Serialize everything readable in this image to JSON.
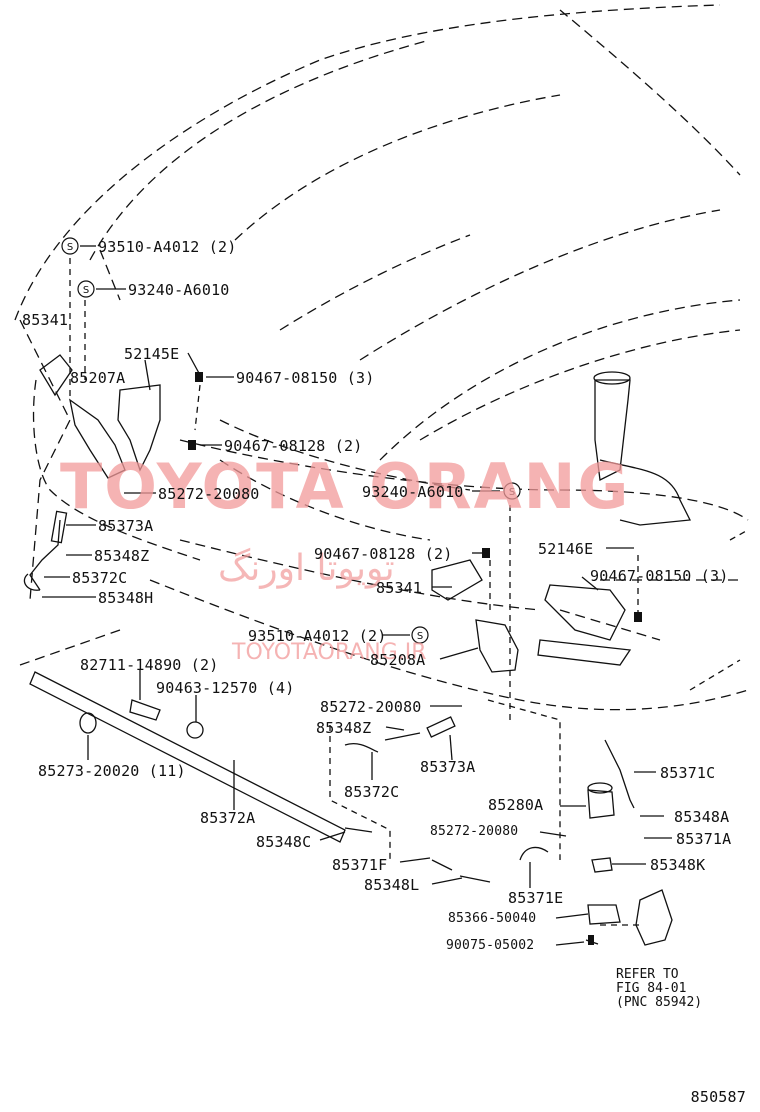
{
  "diagram": {
    "figure_number": "850587",
    "refer_note": {
      "line1": "REFER TO",
      "line2": "FIG 84-01",
      "line3": "(PNC 85942)"
    },
    "watermark": {
      "brand": "TOYOTA ORANG",
      "persian": "تویوتا اورنگ",
      "small": "TOYOTAORANG.IR"
    },
    "labels": {
      "p93510_a4012_l": "93510-A4012 (2)",
      "p93240_a6010_l": "93240-A6010",
      "p85341_l": "85341",
      "p85207a": "85207A",
      "p52145e": "52145E",
      "p90467_08150_l": "90467-08150 (3)",
      "p90467_08128_l": "90467-08128 (2)",
      "p85272_20080_l": "85272-20080",
      "p85373a_l": "85373A",
      "p85348z_l": "85348Z",
      "p85372c_l": "85372C",
      "p85348h": "85348H",
      "p93240_a6010_r": "93240-A6010",
      "p52146e": "52146E",
      "p90467_08128_r": "90467-08128 (2)",
      "p85341_r": "85341",
      "p90467_08150_r": "90467-08150 (3)",
      "p93510_a4012_r": "93510-A4012 (2)",
      "p85208a": "85208A",
      "p82711_14890": "82711-14890 (2)",
      "p90463_12570": "90463-12570 (4)",
      "p85272_20080_m": "85272-20080",
      "p85348z_m": "85348Z",
      "p85373a_m": "85373A",
      "p85372c_m": "85372C",
      "p85273_20020": "85273-20020 (11)",
      "p85372a": "85372A",
      "p85348c": "85348C",
      "p85371f": "85371F",
      "p85348l": "85348L",
      "p85371c": "85371C",
      "p85280a": "85280A",
      "p85348a": "85348A",
      "p85272_20080_r": "85272-20080",
      "p85371a": "85371A",
      "p85348k": "85348K",
      "p85371e": "85371E",
      "p85366_50040": "85366-50040",
      "p90075_05002": "90075-05002"
    },
    "symbol_s": "S"
  }
}
